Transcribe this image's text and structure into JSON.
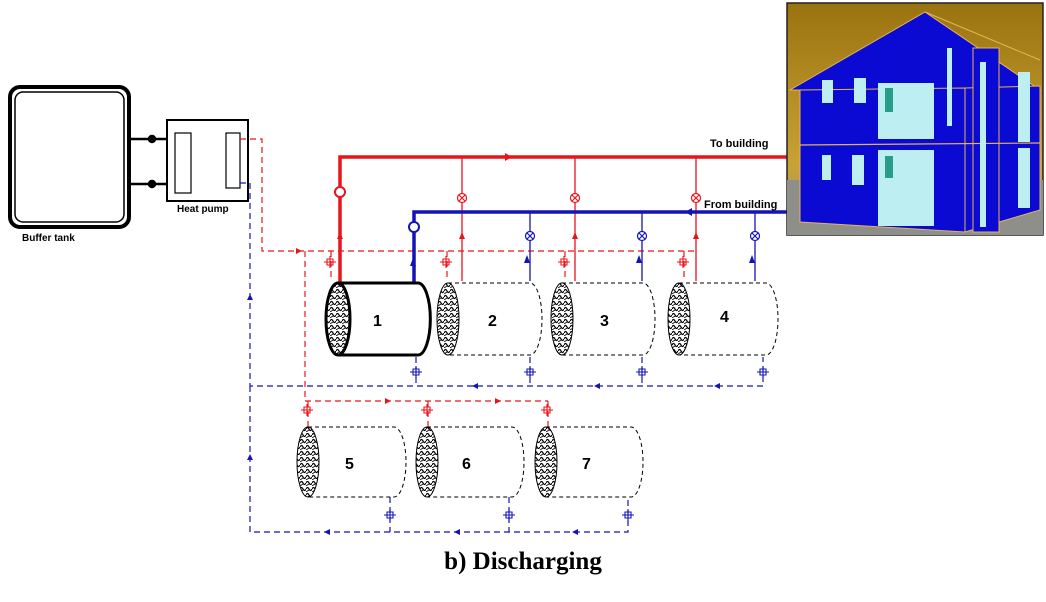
{
  "labels": {
    "buffer_tank": "Buffer tank",
    "heat_pump": "Heat pump",
    "to_building": "To building",
    "from_building": "From building"
  },
  "tanks": [
    "1",
    "2",
    "3",
    "4",
    "5",
    "6",
    "7"
  ],
  "caption": "b) Discharging",
  "colors": {
    "supply": "#e8141c",
    "return": "#1414b4",
    "building_wall": "#0a0ad2",
    "window": "#bdeef2",
    "sky": "#b88d1e"
  }
}
